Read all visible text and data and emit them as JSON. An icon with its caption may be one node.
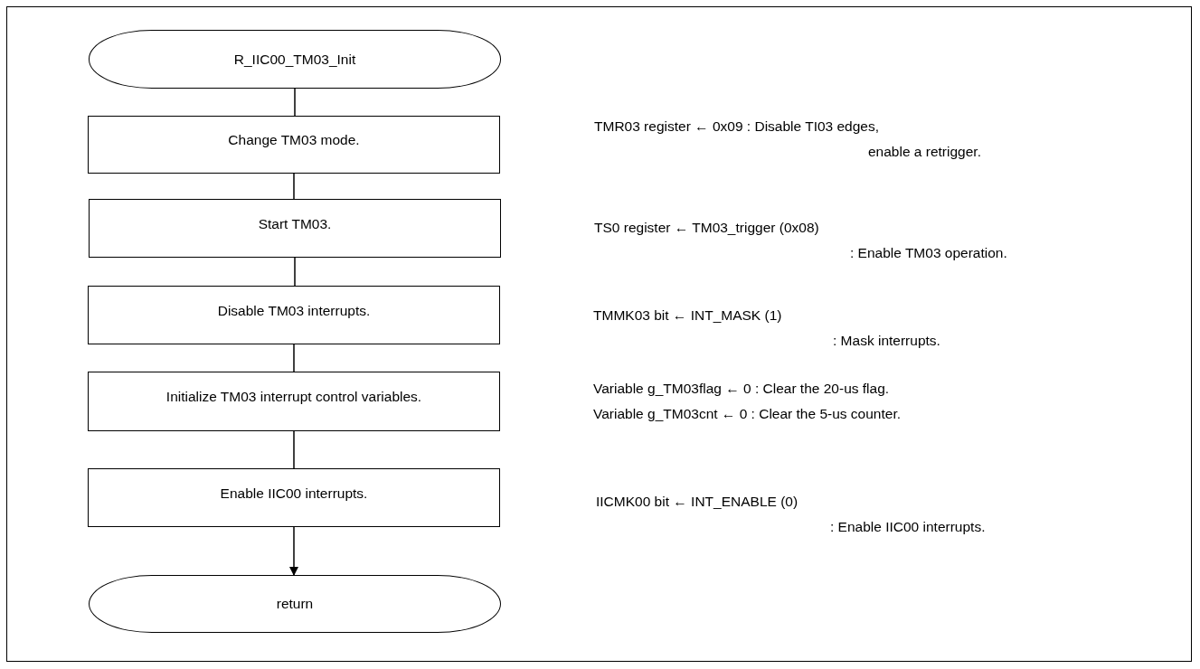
{
  "diagram": {
    "nodes": [
      {
        "text": [
          "R_IIC00_TM03_Init"
        ]
      },
      {
        "text": [
          "Change TM03 mode."
        ],
        "beside": [
          "TMR03 register ← 0x09 : Disable TI03 edges,",
          "enable a retrigger."
        ]
      },
      {
        "text": [
          "Start TM03."
        ],
        "beside": [
          "TS0 register ← TM03_trigger (0x08)",
          ": Enable TM03 operation."
        ]
      },
      {
        "text": [
          "Disable TM03 interrupts."
        ],
        "beside": [
          "TMMK03 bit ← INT_MASK (1)",
          ": Mask interrupts."
        ]
      },
      {
        "text": [
          "Initialize TM03 interrupt control variables."
        ],
        "beside": [
          "Variable g_TM03flag ← 0 : Clear the 20-us flag.",
          "Variable g_TM03cnt ← 0 : Clear the 5-us counter."
        ]
      },
      {
        "text": [
          "Enable IIC00 interrupts."
        ],
        "beside": [
          "IICMK00 bit ← INT_ENABLE (0)",
          ": Enable IIC00 interrupts."
        ]
      },
      {
        "text": [
          "return"
        ]
      }
    ],
    "edges": [
      {
        "from": 0,
        "to": 1,
        "arrow": "none"
      },
      {
        "from": 1,
        "to": 2,
        "arrow": "none"
      },
      {
        "from": 2,
        "to": 3,
        "arrow": "none"
      },
      {
        "from": 3,
        "to": 4,
        "arrow": "none"
      },
      {
        "from": 4,
        "to": 5,
        "arrow": "none"
      },
      {
        "from": 5,
        "to": 6,
        "arrow": "to"
      }
    ]
  }
}
